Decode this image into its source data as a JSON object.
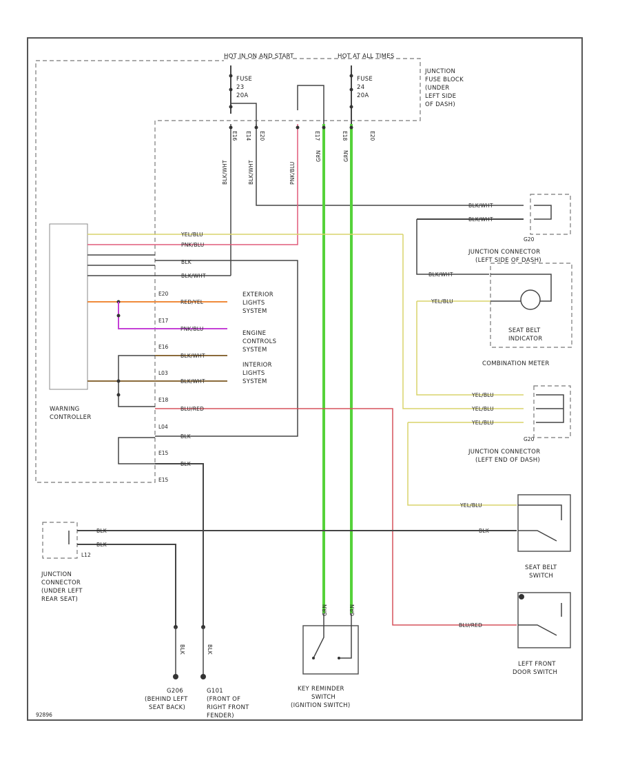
{
  "power": {
    "hot_run_start": "HOT IN ON AND START",
    "hot_always": "HOT AT ALL TIMES",
    "fuse_a": [
      "FUSE",
      "23",
      "20A"
    ],
    "fuse_b": [
      "FUSE",
      "24",
      "20A"
    ]
  },
  "junction_fuse_block": [
    "JUNCTION",
    "FUSE BLOCK",
    "(UNDER",
    "LEFT SIDE",
    "OF DASH)"
  ],
  "fuse_block_pins": [
    "E16",
    "E14",
    "E20",
    "E17",
    "E18",
    "E20"
  ],
  "vertical_wires": [
    "BLK/WHT",
    "BLK/WHT",
    "PNK/BLU",
    "GRN",
    "GRN"
  ],
  "warning_controller": [
    "WARNING",
    "CONTROLLER"
  ],
  "controller_wires": {
    "w1": "YEL/BLU",
    "w2": "PNK/BLU",
    "w3": "BLK",
    "w4": "BLK/WHT",
    "w5": "RED/YEL",
    "w6": "PNK/BLU",
    "w7": "BLK/WHT",
    "w8": "BLK/WHT",
    "w9": "BLU/RED",
    "w10": "BLK",
    "w11": "BLK"
  },
  "controller_pins": [
    "E20",
    "E17",
    "E16",
    "L03",
    "E18",
    "L04",
    "E15",
    "E15"
  ],
  "systems": {
    "exterior": [
      "EXTERIOR",
      "LIGHTS",
      "SYSTEM"
    ],
    "engine": [
      "ENGINE",
      "CONTROLS",
      "SYSTEM"
    ],
    "interior": [
      "INTERIOR",
      "LIGHTS",
      "SYSTEM"
    ]
  },
  "right_wires": {
    "r1": "BLK/WHT",
    "r2": "BLK/WHT",
    "r3": "BLK/WHT",
    "r4": "YEL/BLU",
    "r5": "YEL/BLU",
    "r6": "YEL/BLU",
    "r7": "YEL/BLU",
    "r8": "YEL/BLU",
    "r9": "BLK",
    "r10": "BLU/RED"
  },
  "connectors": {
    "g20_top": "G20",
    "g20_top_label": [
      "JUNCTION CONNECTOR",
      "(LEFT SIDE OF DASH)"
    ],
    "g20_bottom": "G20",
    "g20_bottom_label": [
      "JUNCTION CONNECTOR",
      "(LEFT END OF DASH)"
    ],
    "l12": "L12",
    "l12_label": [
      "JUNCTION",
      "CONNECTOR",
      "(UNDER LEFT",
      "REAR SEAT)"
    ]
  },
  "combination_meter": [
    "SEAT BELT",
    "INDICATOR",
    "COMBINATION METER"
  ],
  "seat_belt_switch": [
    "SEAT BELT",
    "SWITCH"
  ],
  "door_switch": [
    "LEFT FRONT",
    "DOOR SWITCH"
  ],
  "key_reminder": [
    "KEY REMINDER",
    "SWITCH",
    "(IGNITION SWITCH)"
  ],
  "grounds": {
    "g1": [
      "G206",
      "(BEHIND LEFT",
      "SEAT BACK)"
    ],
    "g2": [
      "G101",
      "(FRONT OF",
      "RIGHT FRONT",
      "FENDER)"
    ],
    "g1_wire": "BLK",
    "g2_wire": "BLK"
  },
  "lower_wires": {
    "l12_a": "BLK",
    "l12_b": "BLK",
    "ky_a": "GRN",
    "ky_b": "GRN"
  },
  "footer_code": "92896"
}
